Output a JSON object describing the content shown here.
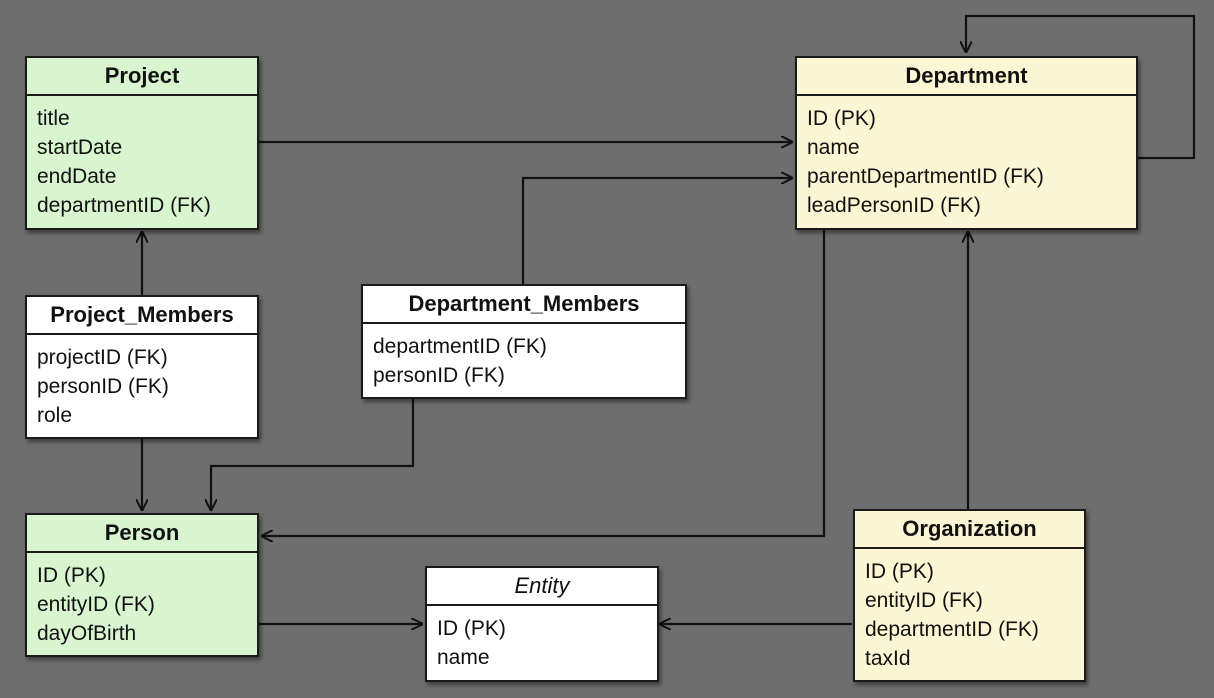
{
  "entities": {
    "project": {
      "title": "Project",
      "fields": [
        "title",
        "startDate",
        "endDate",
        "departmentID (FK)"
      ]
    },
    "department": {
      "title": "Department",
      "fields": [
        "ID (PK)",
        "name",
        "parentDepartmentID (FK)",
        "leadPersonID (FK)"
      ]
    },
    "project_members": {
      "title": "Project_Members",
      "fields": [
        "projectID (FK)",
        "personID (FK)",
        "role"
      ]
    },
    "department_members": {
      "title": "Department_Members",
      "fields": [
        "departmentID (FK)",
        "personID (FK)"
      ]
    },
    "person": {
      "title": "Person",
      "fields": [
        "ID (PK)",
        "entityID (FK)",
        "dayOfBirth"
      ]
    },
    "entity": {
      "title": "Entity",
      "fields": [
        "ID (PK)",
        "name"
      ]
    },
    "organization": {
      "title": "Organization",
      "fields": [
        "ID (PK)",
        "entityID (FK)",
        "departmentID (FK)",
        "taxId"
      ]
    }
  },
  "colors": {
    "background": "#6e6e6e",
    "green_fill": "#d8f5d0",
    "yellow_fill": "#fdf6d4",
    "white_fill": "#ffffff",
    "line": "#111111"
  },
  "relationships": [
    {
      "name": "project-to-department",
      "from": "project",
      "to": "department"
    },
    {
      "name": "department-self-reference",
      "from": "department",
      "to": "department"
    },
    {
      "name": "department-members-to-department",
      "from": "department_members",
      "to": "department"
    },
    {
      "name": "department-members-to-person",
      "from": "department_members",
      "to": "person"
    },
    {
      "name": "project-members-to-project",
      "from": "project_members",
      "to": "project"
    },
    {
      "name": "project-members-to-person",
      "from": "project_members",
      "to": "person"
    },
    {
      "name": "department-to-person",
      "from": "department",
      "to": "person"
    },
    {
      "name": "organization-to-department",
      "from": "organization",
      "to": "department"
    },
    {
      "name": "person-to-entity",
      "from": "person",
      "to": "entity"
    },
    {
      "name": "organization-to-entity",
      "from": "organization",
      "to": "entity"
    }
  ]
}
